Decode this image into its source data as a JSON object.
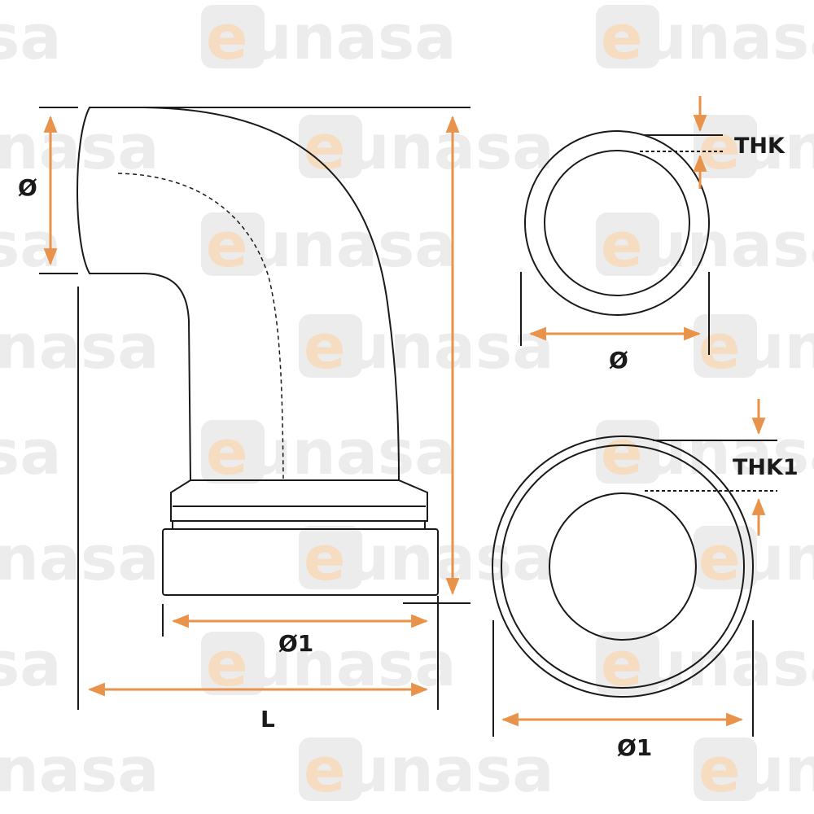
{
  "watermark": {
    "text": "eunasa",
    "color": "#ececec",
    "accent_color": "#f6dcc0"
  },
  "colors": {
    "line": "#1a1a1a",
    "dimension": "#e8924a"
  },
  "labels": {
    "side_inlet_diameter": "Ø",
    "side_outlet_diameter": "Ø1",
    "side_length": "L",
    "top_diameter": "Ø",
    "top_thickness": "THK",
    "bottom_diameter": "Ø1",
    "bottom_thickness": "THK1"
  }
}
